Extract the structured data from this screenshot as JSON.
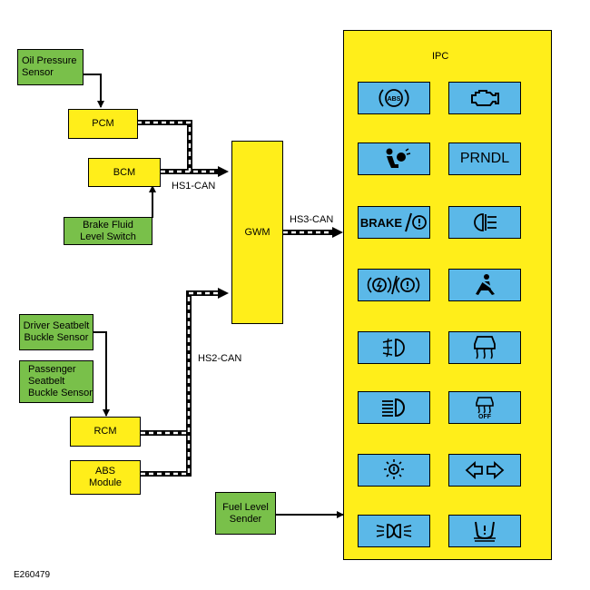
{
  "nodes": {
    "oil_pressure": "Oil Pressure\nSensor",
    "pcm": "PCM",
    "bcm": "BCM",
    "brake_fluid": "Brake Fluid\nLevel Switch",
    "gwm": "GWM",
    "driver_seatbelt": "Driver Seatbelt\nBuckle Sensor",
    "passenger_seatbelt": "Passenger\nSeatbelt\nBuckle Sensor",
    "rcm": "RCM",
    "abs_module": "ABS\nModule",
    "fuel_level": "Fuel Level\nSender",
    "ipc": "IPC"
  },
  "buses": {
    "hs1": "HS1-CAN",
    "hs2": "HS2-CAN",
    "hs3": "HS3-CAN"
  },
  "ipc_indicators": [
    {
      "icon": "abs-icon"
    },
    {
      "icon": "engine-check-icon"
    },
    {
      "icon": "airbag-icon"
    },
    {
      "icon": "prndl-text",
      "text": "PRNDL"
    },
    {
      "icon": "brake-warning-icon",
      "text": "BRAKE"
    },
    {
      "icon": "rear-fog-icon"
    },
    {
      "icon": "parking-brake-icon"
    },
    {
      "icon": "seatbelt-icon"
    },
    {
      "icon": "front-fog-icon"
    },
    {
      "icon": "traction-control-icon"
    },
    {
      "icon": "high-beam-icon"
    },
    {
      "icon": "traction-control-off-icon",
      "text": "OFF"
    },
    {
      "icon": "bulb-failure-icon"
    },
    {
      "icon": "turn-signal-icon"
    },
    {
      "icon": "side-lamps-icon"
    },
    {
      "icon": "tire-pressure-icon"
    }
  ],
  "figure_id": "E260479",
  "colors": {
    "sensor": "#79c04a",
    "module": "#ffee1a",
    "indicator": "#5bb8e8"
  }
}
